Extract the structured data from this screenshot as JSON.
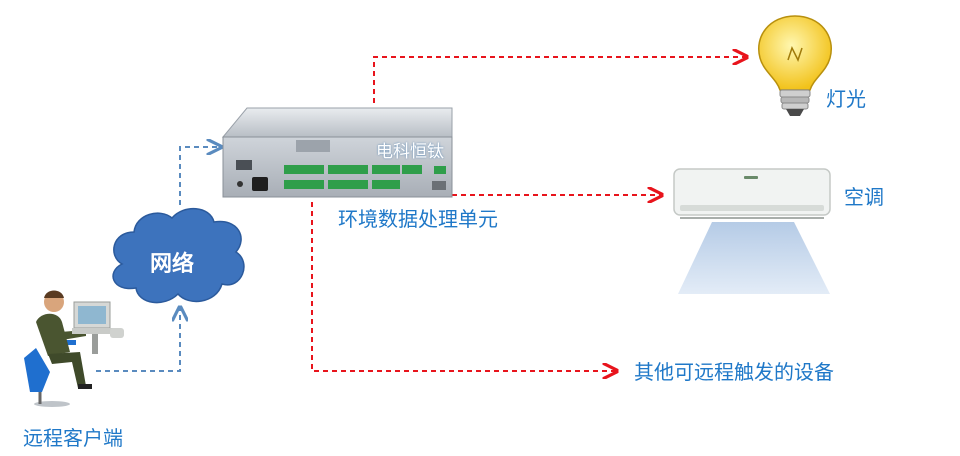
{
  "nodes": {
    "unit_label": "环境数据处理单元",
    "brand_label": "电科恒钛",
    "network_label": "网络",
    "client_label": "远程客户端",
    "light_label": "灯光",
    "ac_label": "空调",
    "other_label": "其他可远程触发的设备"
  },
  "colors": {
    "label": "#1f78c8",
    "control_line": "#e8141c",
    "network_line": "#5a8bbf",
    "cloud": "#3d73bd"
  }
}
